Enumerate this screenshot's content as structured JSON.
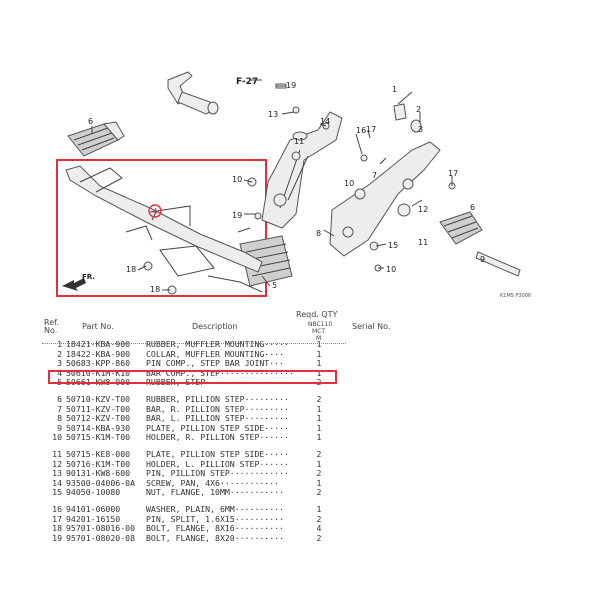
{
  "diagram": {
    "ref_label": "F-27",
    "diagram_code": "K1MS F3006",
    "front_marker": "FR.",
    "highlighted_callout": "4",
    "callouts": [
      "1",
      "2",
      "3",
      "5",
      "6",
      "7",
      "8",
      "9",
      "10",
      "11",
      "12",
      "13",
      "14",
      "15",
      "16",
      "17",
      "18",
      "19"
    ]
  },
  "table": {
    "headers": {
      "ref_no": "Ref. No.",
      "part_no": "Part No.",
      "description": "Description",
      "reqd_qty": "Reqd. QTY",
      "model": "NBC110",
      "model_sub": "MCT",
      "model_col": "M",
      "serial_no": "Serial No."
    },
    "rows": [
      {
        "ref": "1",
        "part_no": "18421-KBA-900",
        "desc": "RUBBER, MUFFLER MOUNTING·····",
        "qty": "1"
      },
      {
        "ref": "2",
        "part_no": "18422-KBA-900",
        "desc": "COLLAR, MUFFLER MOUNTING····",
        "qty": "1"
      },
      {
        "ref": "3",
        "part_no": "50683-KPP-860",
        "desc": "PIN COMP., STEP BAR JOINT···",
        "qty": "1"
      },
      {
        "ref": "4",
        "part_no": "50610-K1M-K10",
        "desc": "BAR COMP., STEP···············",
        "qty": "1"
      },
      {
        "ref": "5",
        "part_no": "50661-KW8-000",
        "desc": "RUBBER, STEP···············",
        "qty": "2"
      },
      {
        "ref": "6",
        "part_no": "50710-KZV-T00",
        "desc": "RUBBER, PILLION STEP·········",
        "qty": "2"
      },
      {
        "ref": "7",
        "part_no": "50711-KZV-T00",
        "desc": "BAR, R. PILLION STEP·········",
        "qty": "1"
      },
      {
        "ref": "8",
        "part_no": "50712-KZV-T00",
        "desc": "BAR, L. PILLION STEP·········",
        "qty": "1"
      },
      {
        "ref": "9",
        "part_no": "50714-KBA-930",
        "desc": "PLATE, PILLION STEP SIDE·····",
        "qty": "1"
      },
      {
        "ref": "10",
        "part_no": "50715-K1M-T00",
        "desc": "HOLDER, R. PILLION STEP······",
        "qty": "1"
      },
      {
        "ref": "11",
        "part_no": "50715-KE8-000",
        "desc": "PLATE, PILLION STEP SIDE·····",
        "qty": "2"
      },
      {
        "ref": "12",
        "part_no": "50716-K1M-T00",
        "desc": "HOLDER, L. PILLION STEP······",
        "qty": "1"
      },
      {
        "ref": "13",
        "part_no": "90131-KW8-600",
        "desc": "PIN, PILLION STEP············",
        "qty": "2"
      },
      {
        "ref": "14",
        "part_no": "93500-04006-0A",
        "desc": "SCREW, PAN, 4X6············",
        "qty": "1"
      },
      {
        "ref": "15",
        "part_no": "94050-10080",
        "desc": "NUT, FLANGE, 10MM···········",
        "qty": "2"
      },
      {
        "ref": "16",
        "part_no": "94101-06000",
        "desc": "WASHER, PLAIN, 6MM··········",
        "qty": "1"
      },
      {
        "ref": "17",
        "part_no": "94201-16150",
        "desc": "PIN, SPLIT, 1.6X15··········",
        "qty": "2"
      },
      {
        "ref": "18",
        "part_no": "95701-08016-00",
        "desc": "BOLT, FLANGE, 8X16··········",
        "qty": "4"
      },
      {
        "ref": "19",
        "part_no": "95701-08020-08",
        "desc": "BOLT, FLANGE, 8X20··········",
        "qty": "2"
      }
    ]
  },
  "highlight_color": "#e0303e"
}
